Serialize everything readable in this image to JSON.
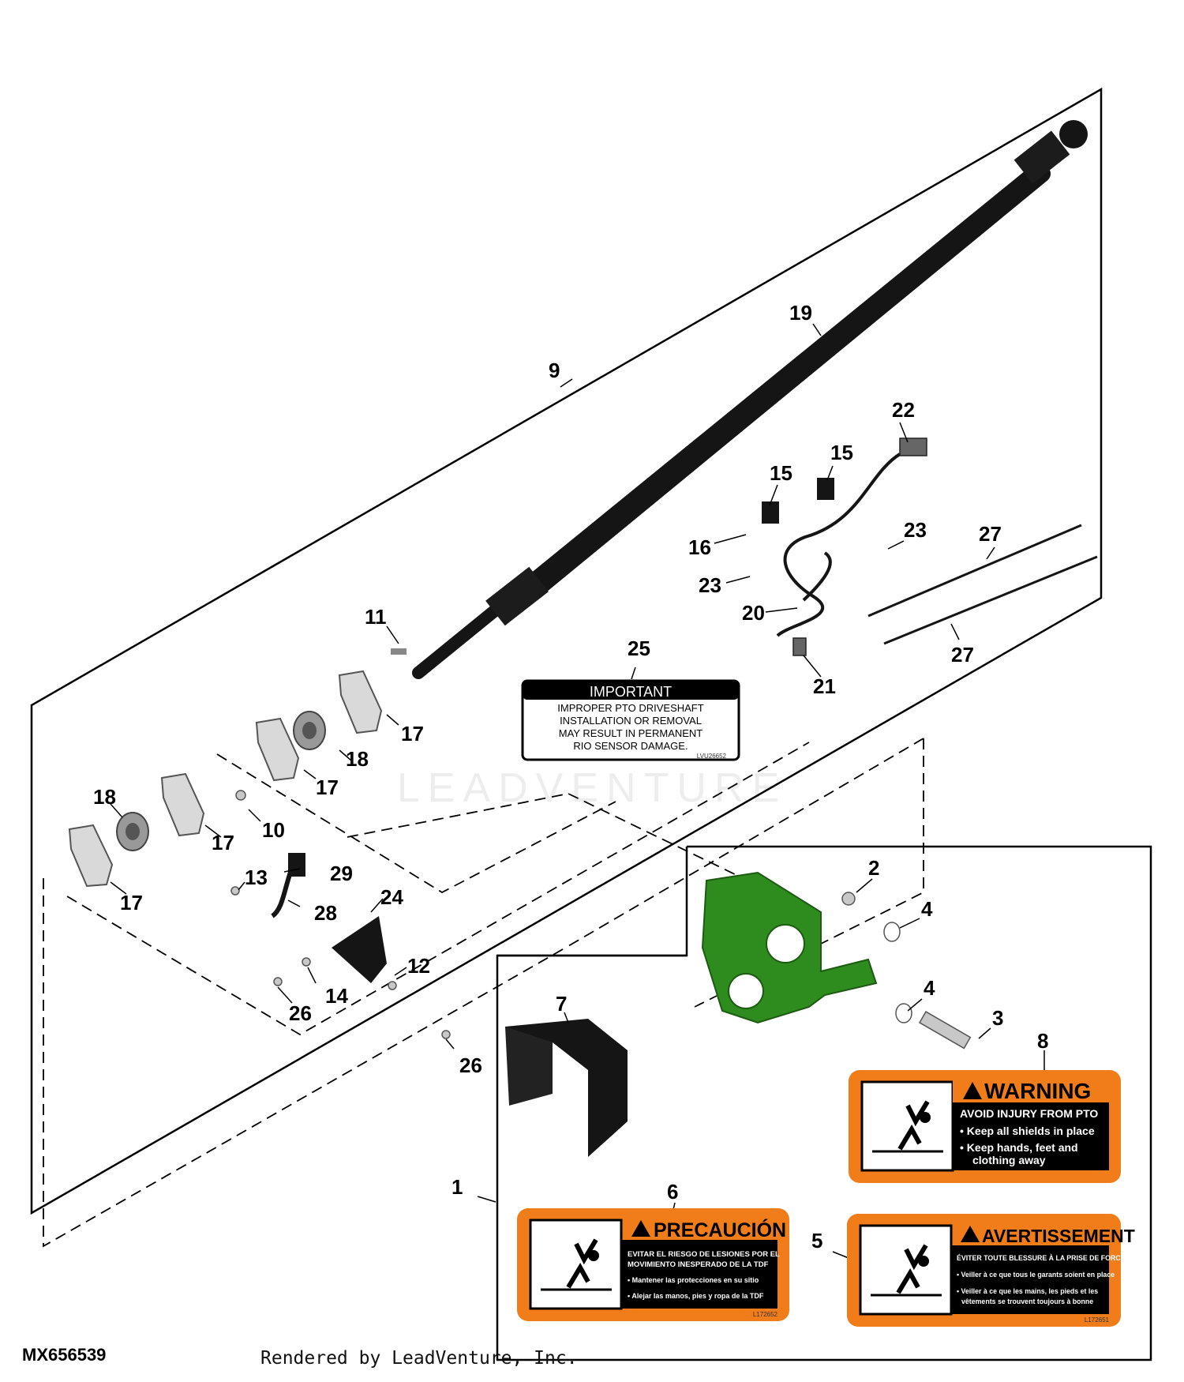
{
  "callouts": {
    "c1": "1",
    "c2": "2",
    "c3": "3",
    "c4": "4",
    "c5": "5",
    "c6": "6",
    "c7": "7",
    "c8": "8",
    "c9": "9",
    "c10": "10",
    "c11": "11",
    "c12": "12",
    "c13": "13",
    "c14": "14",
    "c15": "15",
    "c16": "16",
    "c17": "17",
    "c18": "18",
    "c19": "19",
    "c20": "20",
    "c21": "21",
    "c22": "22",
    "c23": "23",
    "c24": "24",
    "c25": "25",
    "c26": "26",
    "c27": "27",
    "c28": "28",
    "c29": "29"
  },
  "decal_important": {
    "heading": "IMPORTANT",
    "lines": [
      "IMPROPER PTO DRIVESHAFT",
      "INSTALLATION OR REMOVAL",
      "MAY RESULT IN PERMANENT",
      "RIO SENSOR DAMAGE."
    ],
    "code": "LVU26652"
  },
  "decal_warning": {
    "heading": "WARNING",
    "lines": [
      "AVOID INJURY FROM PTO",
      "• Keep all shields in place",
      "• Keep hands, feet and",
      "clothing away"
    ]
  },
  "decal_precaucion": {
    "heading": "PRECAUCIÓN",
    "lines": [
      "EVITAR EL RIESGO DE LESIONES POR EL",
      "MOVIMIENTO INESPERADO DE LA TDF",
      "• Mantener las protecciones en su sitio",
      "• Alejar las manos, pies y ropa de la TDF"
    ],
    "code": "L172652"
  },
  "decal_avertissement": {
    "heading": "AVERTISSEMENT",
    "lines": [
      "ÉVITER TOUTE BLESSURE À LA PRISE DE FORCE",
      "• Veiller à ce que tous le garants soient en place",
      "• Veiller à ce que les mains, les pieds et les",
      "vêtements se trouvent toujours à bonne"
    ],
    "code": "L172651"
  },
  "watermark": "LEADVENTURE",
  "footer": {
    "figure_id": "MX656539",
    "rendered_by": "Rendered by LeadVenture, Inc."
  },
  "colors": {
    "decal_orange": "#f07d1a",
    "bracket_green": "#2e8b1e",
    "part_black": "#151515",
    "metal_gray": "#b8b8b8"
  }
}
